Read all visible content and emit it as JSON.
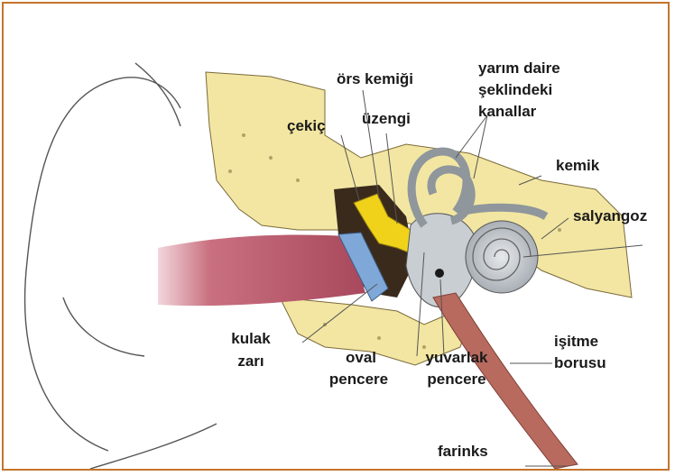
{
  "labels": {
    "ors_kemigi": "örs kemiği",
    "cekic": "çekiç",
    "uzengi": "üzengi",
    "yarim_daire_1": "yarım daire",
    "yarim_daire_2": "şeklindeki",
    "yarim_daire_3": "kanallar",
    "kemik": "kemik",
    "salyangoz": "salyangoz",
    "kulak_zari_1": "kulak",
    "kulak_zari_2": "zarı",
    "oval_pencere_1": "oval",
    "oval_pencere_2": "pencere",
    "yuvarlak_pencere_1": "yuvarlak",
    "yuvarlak_pencere_2": "pencere",
    "isitme_borusu_1": "işitme",
    "isitme_borusu_2": "borusu",
    "farinks": "farinks"
  },
  "colors": {
    "frame": "#c4742c",
    "bone": "#f2e6a2",
    "canal": "#b8536a",
    "eardrum": "#7fa8d8",
    "ossicle": "#f0d21a",
    "cochlea": "#c9ced3",
    "tube": "#b86a5e",
    "dark_tissue": "#3a2a1c"
  }
}
